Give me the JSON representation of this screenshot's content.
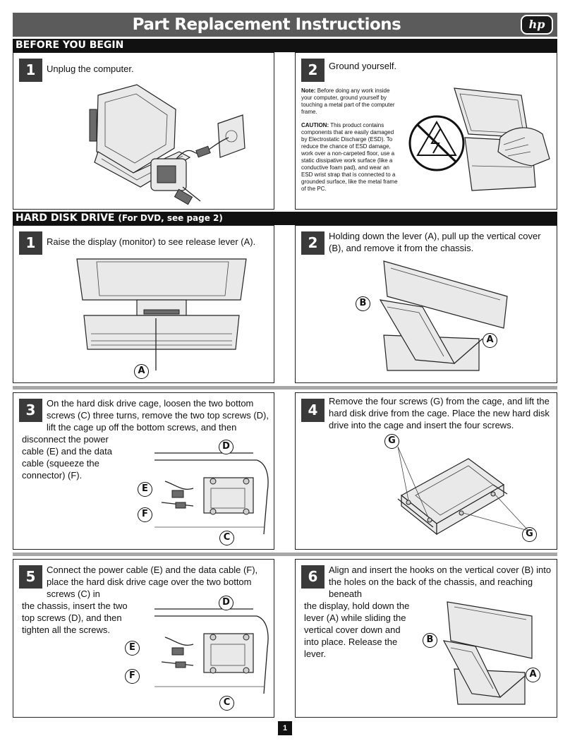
{
  "header": {
    "title": "Part Replacement Instructions",
    "logo": "hp"
  },
  "sections": {
    "before": "BEFORE YOU BEGIN",
    "hdd": "HARD DISK DRIVE",
    "hdd_sub": "(For DVD, see page 2)"
  },
  "before_steps": [
    {
      "num": "1",
      "text": "Unplug the computer."
    },
    {
      "num": "2",
      "text": "Ground yourself.",
      "note_label": "Note:",
      "note": "Before doing any work inside your computer, ground yourself by touching a metal part of the computer frame.",
      "caution_label": "CAUTION:",
      "caution": "This product contains components that are easily damaged by Electrostatic Discharge (ESD). To reduce the chance of ESD damage, work over a non-carpeted floor, use a static dissipative work surface (like a conductive foam pad), and wear an ESD wrist strap that is connected to a grounded surface, like the metal frame of the PC."
    }
  ],
  "hdd_steps": [
    {
      "num": "1",
      "text": "Raise the display (monitor) to see release lever (A)."
    },
    {
      "num": "2",
      "text": "Holding down the lever (A), pull up the vertical cover (B), and remove it from the chassis."
    },
    {
      "num": "3",
      "text_a": "On the hard disk drive cage, loosen the two bottom screws (C) three turns, remove the two top screws (D), lift the cage up off the bottom screws, and then",
      "text_b": "disconnect the power cable (E) and the data cable (squeeze the connector) (F)."
    },
    {
      "num": "4",
      "text": "Remove the four screws (G) from the cage, and lift the hard disk drive from the cage. Place the new hard disk drive into the cage and insert the four screws."
    },
    {
      "num": "5",
      "text_a": "Connect the power cable (E) and the data cable (F), place the hard disk drive cage over the two bottom screws (C) in",
      "text_b": "the chassis, insert the two top screws (D), and then tighten all the screws."
    },
    {
      "num": "6",
      "text_a": "Align and insert the hooks on the vertical cover (B) into the holes on the back of the chassis, and reaching beneath",
      "text_b": "the display, hold down the lever (A) while sliding the vertical cover down and into place. Release the lever."
    }
  ],
  "callouts": {
    "a": "A",
    "b": "B",
    "c": "C",
    "d": "D",
    "e": "E",
    "f": "F",
    "g": "G"
  },
  "page_number": "1"
}
